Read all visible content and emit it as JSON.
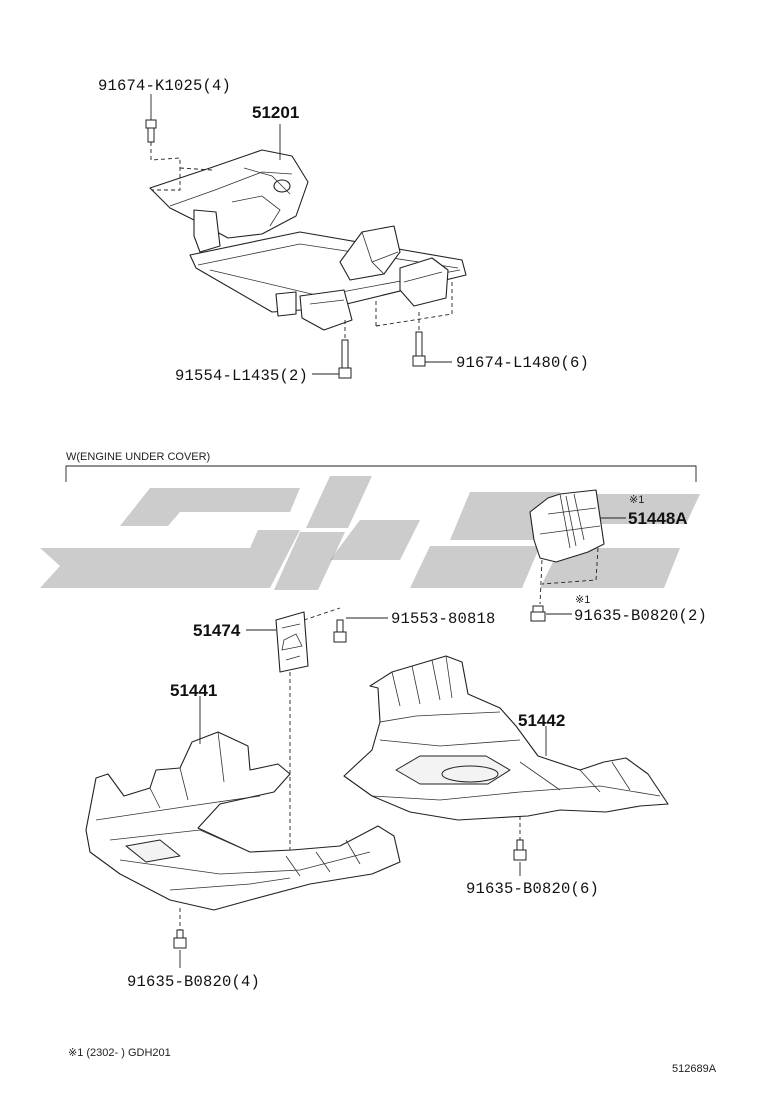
{
  "section_label": "W(ENGINE UNDER COVER)",
  "parts": {
    "p51201": "51201",
    "p91674_k1025": "91674-K1025(4)",
    "p91554_l1435": "91554-L1435(2)",
    "p91674_l1480": "91674-L1480(6)",
    "p51448a": "51448A",
    "p51448a_note": "※1",
    "p91635_b0820_2": "91635-B0820(2)",
    "p91635_b0820_2_note": "※1",
    "p51474": "51474",
    "p91553_80818": "91553-80818",
    "p51441": "51441",
    "p51442": "51442",
    "p91635_b0820_6": "91635-B0820(6)",
    "p91635_b0820_4": "91635-B0820(4)"
  },
  "footnote": "※1 (2302-      ) GDH201",
  "diagram_id": "512689A",
  "colors": {
    "line": "#222222",
    "watermark": "#9a9a9a",
    "background": "#ffffff"
  }
}
